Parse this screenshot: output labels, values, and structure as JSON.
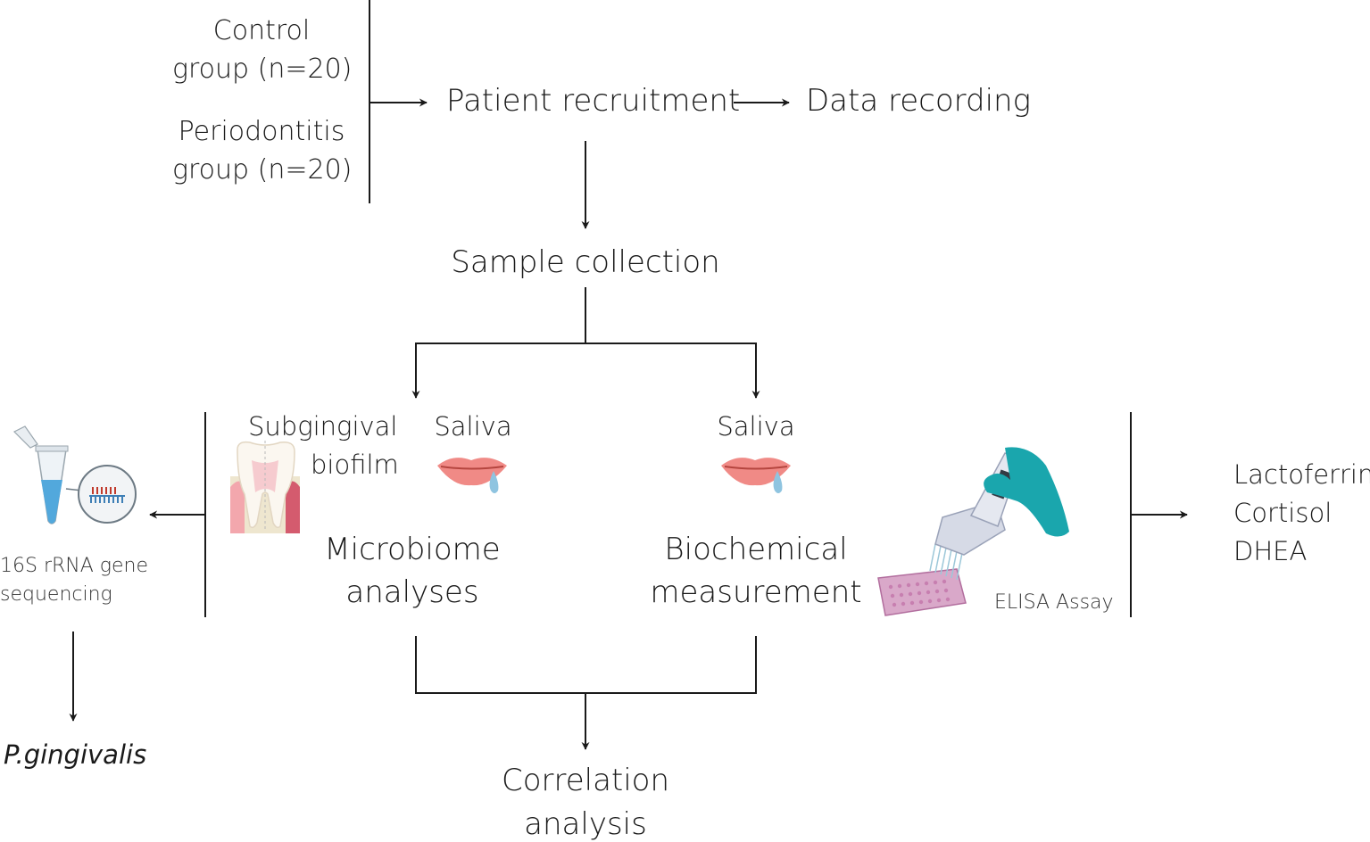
{
  "groups": {
    "control_line1": "Control",
    "control_line2": "group (n=20)",
    "perio_line1": "Periodontitis",
    "perio_line2": "group (n=20)"
  },
  "steps": {
    "recruitment": "Patient recruitment",
    "data_recording": "Data recording",
    "sample_collection": "Sample collection",
    "correlation_line1": "Correlation",
    "correlation_line2": "analysis"
  },
  "microbiome": {
    "subgingival_line1": "Subgingival",
    "subgingival_line2": "biofilm",
    "saliva": "Saliva",
    "title_line1": "Microbiome",
    "title_line2": "analyses",
    "method_line1": "16S rRNA gene",
    "method_line2": "sequencing",
    "result": "P.gingivalis"
  },
  "biochemical": {
    "saliva": "Saliva",
    "title_line1": "Biochemical",
    "title_line2": "measurement",
    "method": "ELISA Assay",
    "markers": [
      "Lactoferrin",
      "Cortisol",
      "DHEA"
    ]
  },
  "colors": {
    "line": "#1a1a1a",
    "lips": "#f08a86",
    "drop": "#8fc4e0",
    "glove": "#1aa6ad",
    "plate": "#c77fb0",
    "tube_liquid": "#52a8dc"
  }
}
